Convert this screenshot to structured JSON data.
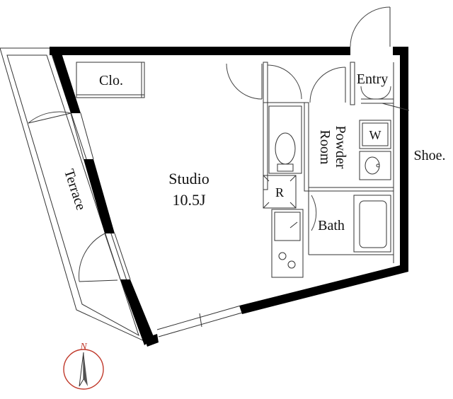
{
  "rooms": {
    "studio_name": "Studio",
    "studio_size": "10.5J",
    "closet": "Clo.",
    "entry": "Entry",
    "powder_line1": "Powder",
    "powder_line2": "Room",
    "bath": "Bath",
    "terrace": "Terrace",
    "shoe": "Shoe.",
    "washer": "W",
    "fridge": "R"
  },
  "compass": {
    "label": "N",
    "color": "#c0392b"
  },
  "colors": {
    "wall": "#000000",
    "line": "#333333",
    "accent": "#c0392b"
  }
}
